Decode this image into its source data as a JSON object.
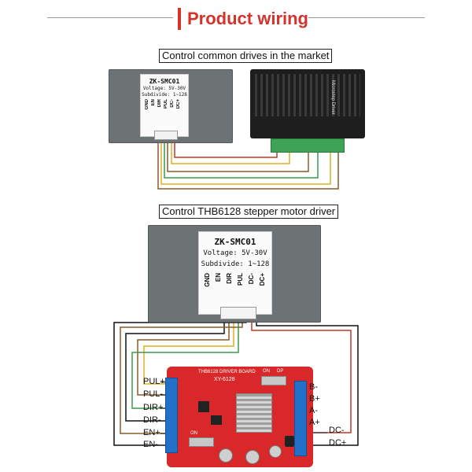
{
  "header": {
    "title": "Product wiring"
  },
  "section1": {
    "label": "Control common drives in the market",
    "controller": {
      "name": "ZK-SMC01",
      "voltage": "Voltage: 5V-30V",
      "subdivide": "Subdivide: 1~128",
      "pins": [
        "GND",
        "EN",
        "DIR",
        "PUL",
        "DC-",
        "DC+"
      ]
    },
    "driver": {
      "title": "Microstep Driver"
    }
  },
  "section2": {
    "label": "Control THB6128 stepper motor driver",
    "controller": {
      "name": "ZK-SMC01",
      "voltage": "Voltage: 5V-30V",
      "subdivide": "Subdivide: 1~128",
      "pins": [
        "GND",
        "EN",
        "DIR",
        "PUL",
        "DC-",
        "DC+"
      ]
    },
    "board": {
      "title": "THB6128 DRIVER BOARD",
      "model": "XY-6128",
      "on_label": "ON",
      "dip_label": "DP"
    },
    "left_pins": [
      "PUL+",
      "PUL-",
      "DIR+",
      "DIR-",
      "EN+",
      "EN-"
    ],
    "right_pins": [
      "B-",
      "B+",
      "A-",
      "A+",
      "DC-",
      "DC+"
    ]
  },
  "colors": {
    "accent": "#d6322c",
    "wire_red": "#c0392b",
    "wire_yellow": "#e0b020",
    "wire_green": "#3c9a4f",
    "wire_brown": "#8a5a2b",
    "wire_black": "#111111"
  }
}
